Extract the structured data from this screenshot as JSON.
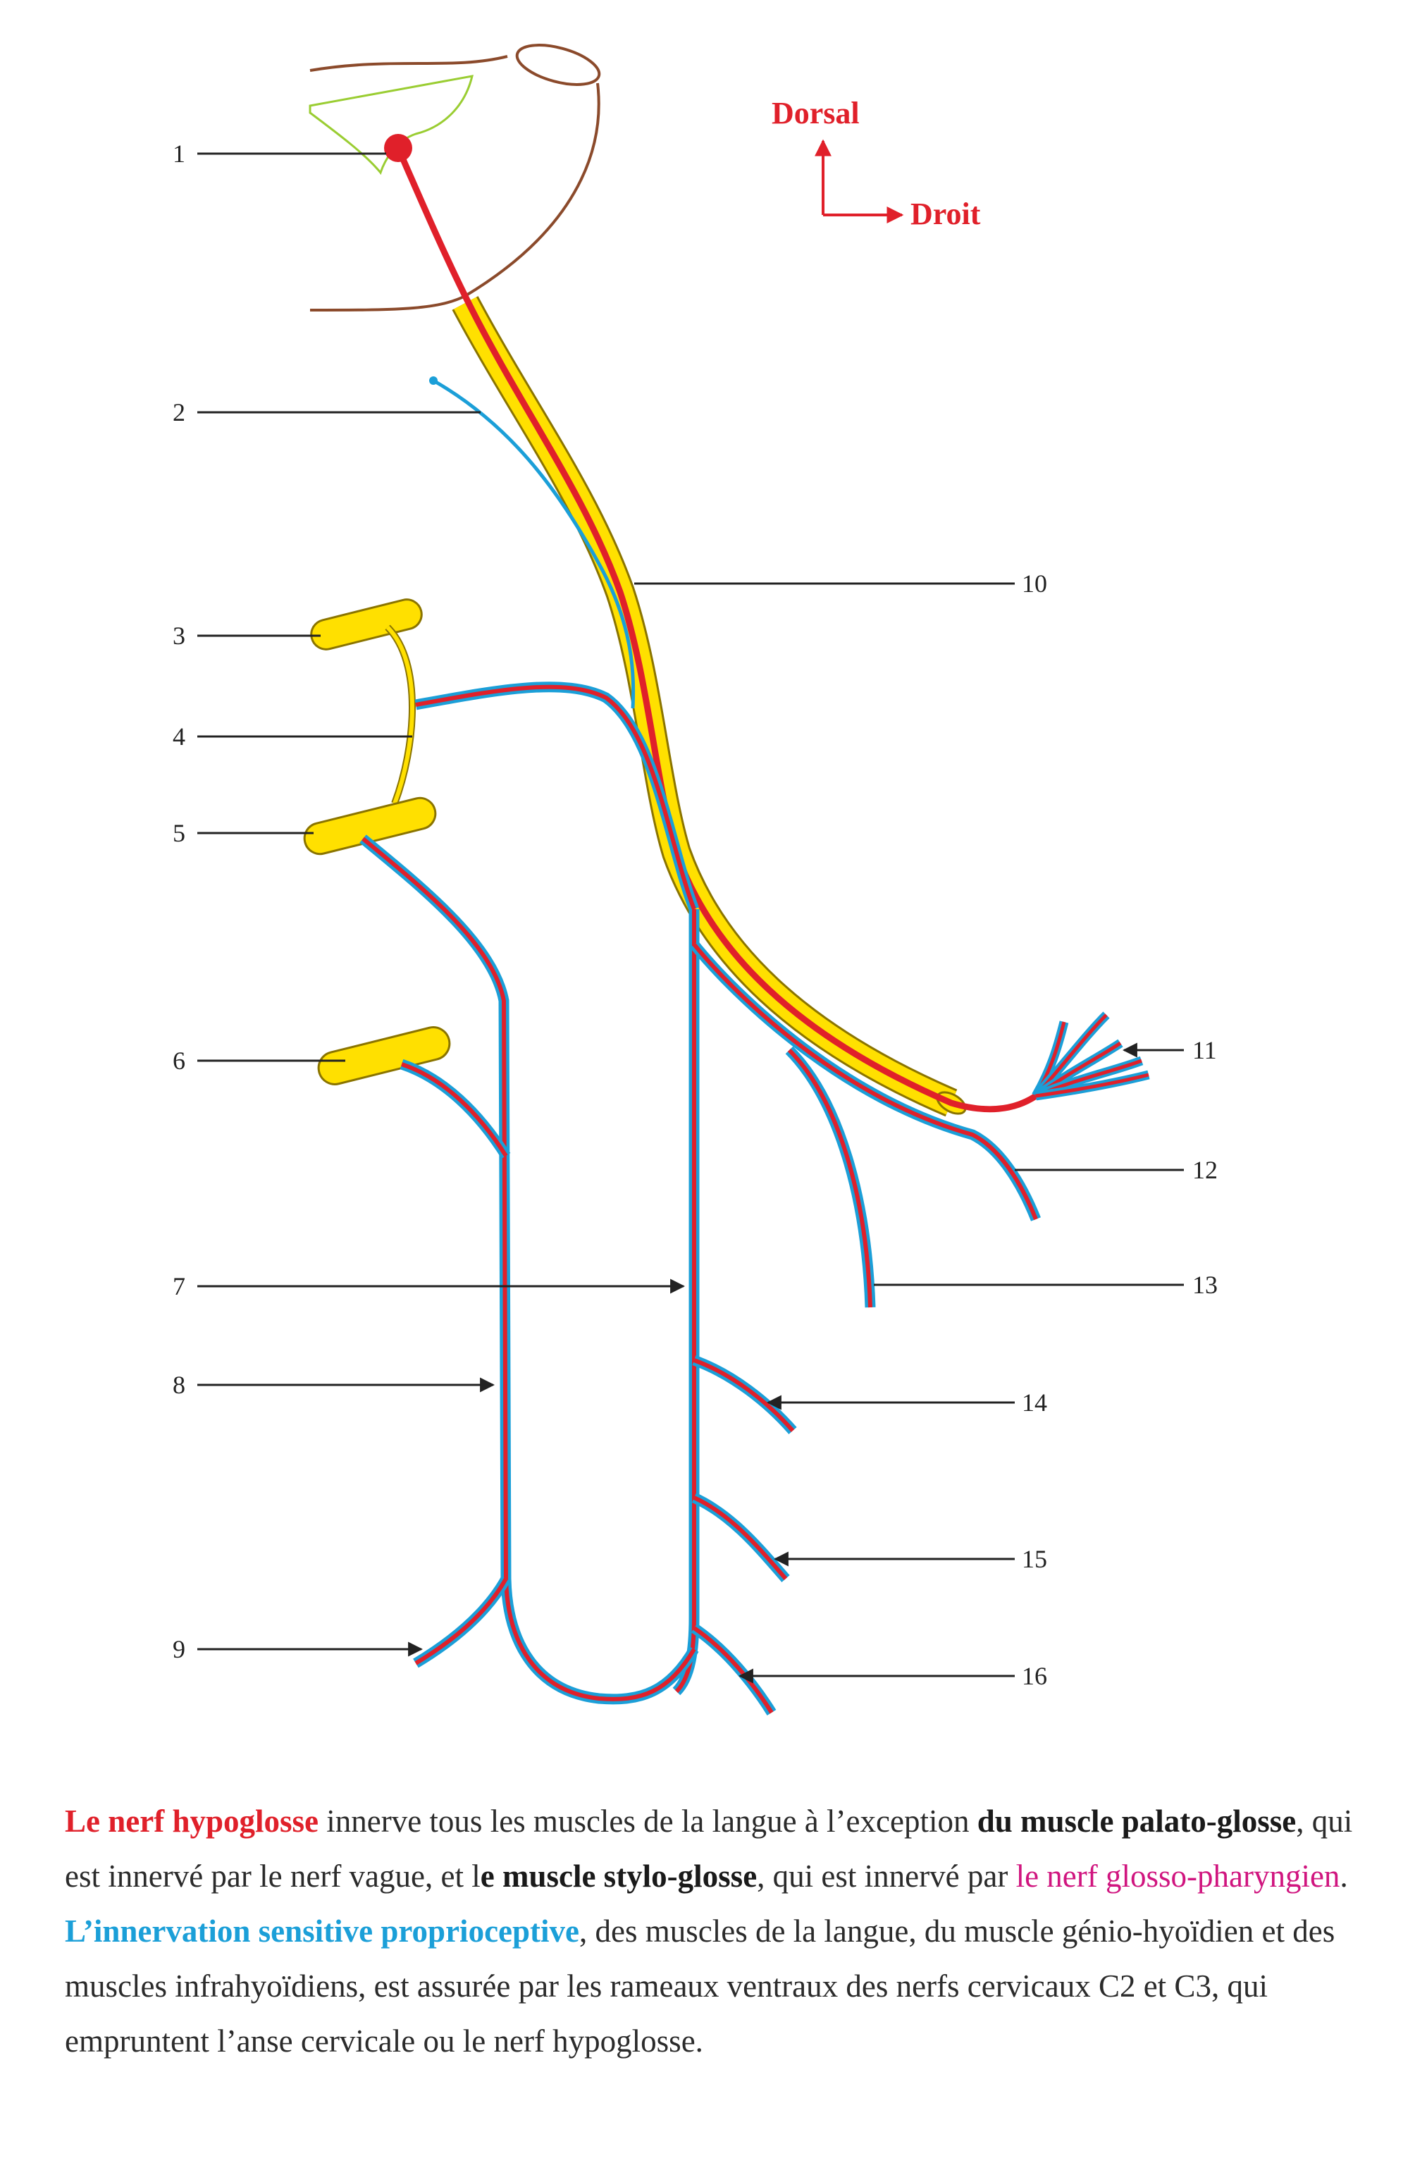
{
  "orientation": {
    "dorsal": "Dorsal",
    "droit": "Droit"
  },
  "labels": [
    "1",
    "2",
    "3",
    "4",
    "5",
    "6",
    "7",
    "8",
    "9",
    "10",
    "11",
    "12",
    "13",
    "14",
    "15",
    "16"
  ],
  "colors": {
    "motor": "#e0202a",
    "sensory": "#1b9fd8",
    "vessel": "#ffe000",
    "vessel_outline": "#8a7400",
    "brainstem": "#8b4a2b",
    "inner_outline": "#9acd32"
  },
  "caption": {
    "p1": {
      "t1": "Le nerf hypoglosse",
      "t2": " innerve tous les muscles de la langue à l’exception ",
      "t3": "du muscle palato-glosse",
      "t4": ", qui est  innervé par le nerf vague, et l",
      "t5": "e muscle stylo-glosse",
      "t6": ", qui est innervé par ",
      "t7": "le nerf glosso-pharyngien",
      "t8": "."
    },
    "p2": {
      "t1": "L’innervation sensitive proprioceptive",
      "t2": ", des muscles de la langue, du muscle génio-hyoïdien et des muscles infrahyoïdiens, est assurée par les rameaux ventraux des nerfs cervicaux C2 et C3, qui empruntent l’anse cervicale ou le nerf hypoglosse."
    }
  }
}
